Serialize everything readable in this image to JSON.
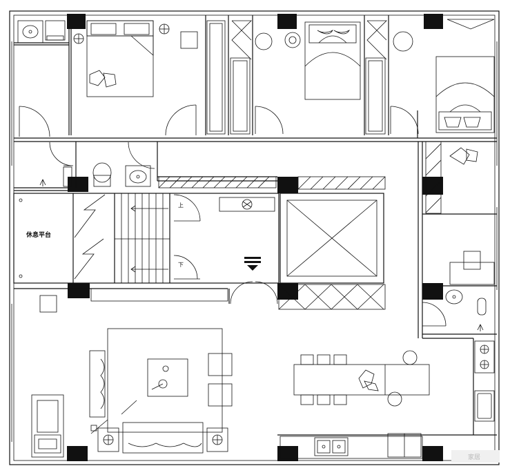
{
  "labels": {
    "rest_platform": "休息平台",
    "stair_up": "上",
    "stair_down": "下"
  },
  "watermark": "家居"
}
